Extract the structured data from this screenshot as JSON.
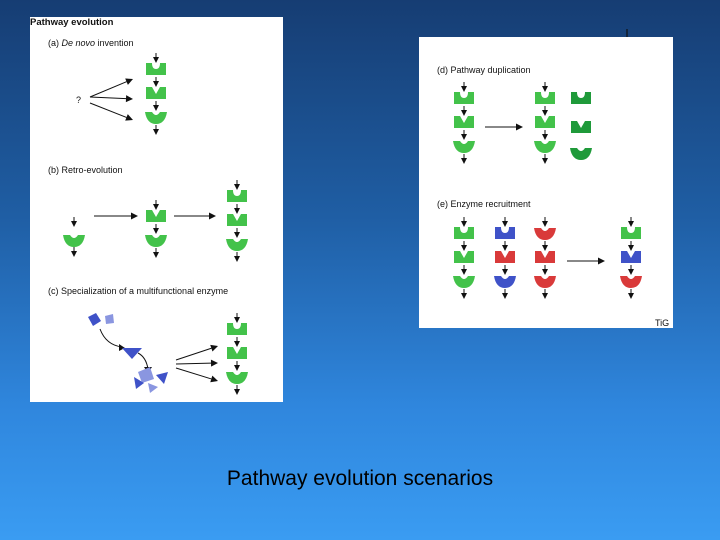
{
  "panel_left": {
    "title": "Pathway evolution",
    "section_a_prefix": "(a) ",
    "section_a_italic": "De novo",
    "section_a_rest": " invention",
    "question_mark": "?",
    "section_b": "(b) Retro-evolution",
    "section_c": "(c) Specialization of a multifunctional enzyme"
  },
  "panel_right": {
    "section_d": "(d) Pathway duplication",
    "section_e": "(e) Enzyme recruitment",
    "figure_tag": "TiG"
  },
  "caption": "Pathway evolution scenarios",
  "colors": {
    "green": "#43c24a",
    "green_dark": "#1f9a3a",
    "red": "#d93a3a",
    "blue": "#3f52c8",
    "lavender": "#8a96e0",
    "arrow": "#111111"
  }
}
